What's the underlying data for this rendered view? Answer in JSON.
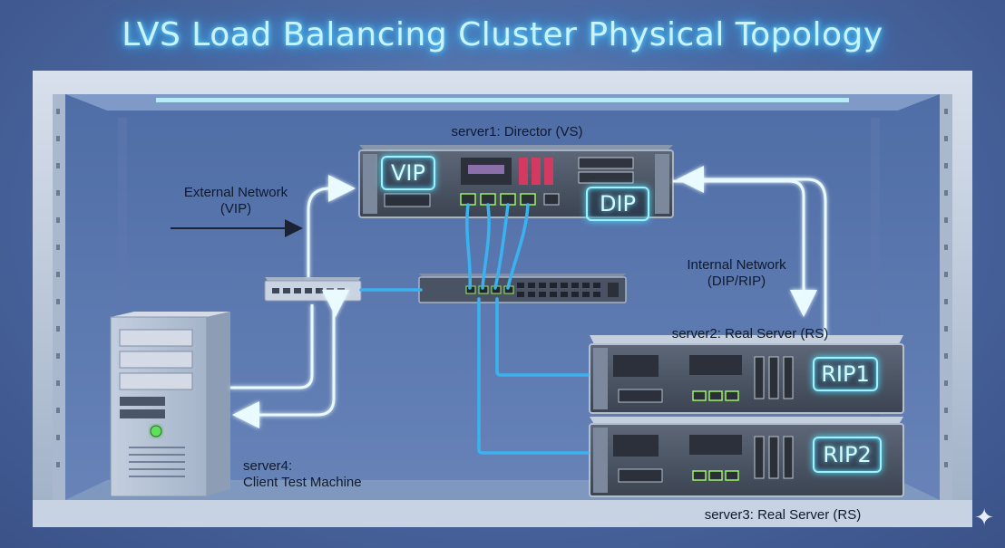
{
  "title": "LVS Load Balancing Cluster Physical Topology",
  "director": {
    "label": "server1: Director (VS)",
    "vip_badge": "VIP",
    "dip_badge": "DIP"
  },
  "external_network": {
    "line1": "External Network",
    "line2": "(VIP)"
  },
  "internal_network": {
    "line1": "Internal Network",
    "line2": "(DIP/RIP)"
  },
  "real_server_1": {
    "label": "server2: Real Server (RS)",
    "badge": "RIP1"
  },
  "real_server_2": {
    "label": "server3: Real Server (RS)",
    "badge": "RIP2"
  },
  "client": {
    "line1": "server4:",
    "line2": "Client Test Machine"
  },
  "colors": {
    "glow_cyan": "#9ff2ff",
    "cable_blue": "#3bb2f0",
    "rack_frame": "#b9c8dc",
    "title_glow": "#5fd6ff"
  },
  "icons": [
    "sparkle-icon"
  ]
}
